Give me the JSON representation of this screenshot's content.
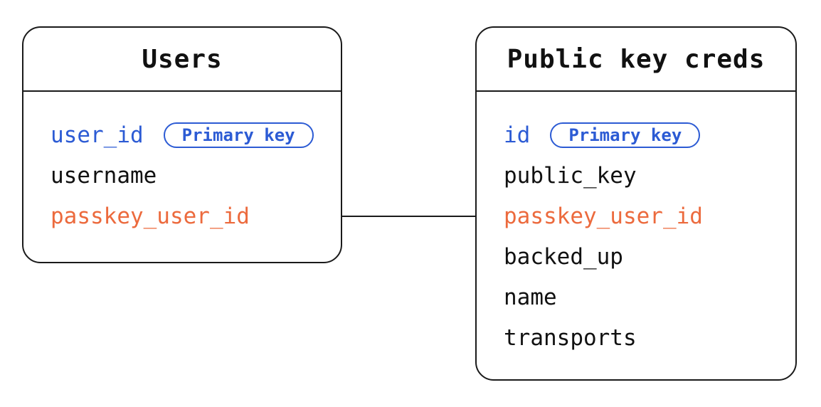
{
  "diagram": {
    "type": "er-diagram",
    "tables": [
      {
        "name": "Users",
        "fields": [
          {
            "name": "user_id",
            "color": "blue",
            "badge": "Primary key"
          },
          {
            "name": "username",
            "color": "black"
          },
          {
            "name": "passkey_user_id",
            "color": "orange"
          }
        ]
      },
      {
        "name": "Public key creds",
        "fields": [
          {
            "name": "id",
            "color": "blue",
            "badge": "Primary key"
          },
          {
            "name": "public_key",
            "color": "black"
          },
          {
            "name": "passkey_user_id",
            "color": "orange"
          },
          {
            "name": "backed_up",
            "color": "black"
          },
          {
            "name": "name",
            "color": "black"
          },
          {
            "name": "transports",
            "color": "black"
          }
        ]
      }
    ],
    "relationship": {
      "from_table": "Users",
      "from_field": "passkey_user_id",
      "to_table": "Public key creds",
      "to_field": "passkey_user_id"
    },
    "colors": {
      "blue": "#2c5bd4",
      "orange": "#ec6a3d",
      "black": "#111111",
      "line": "#1a1a1a",
      "background": "#ffffff"
    }
  }
}
